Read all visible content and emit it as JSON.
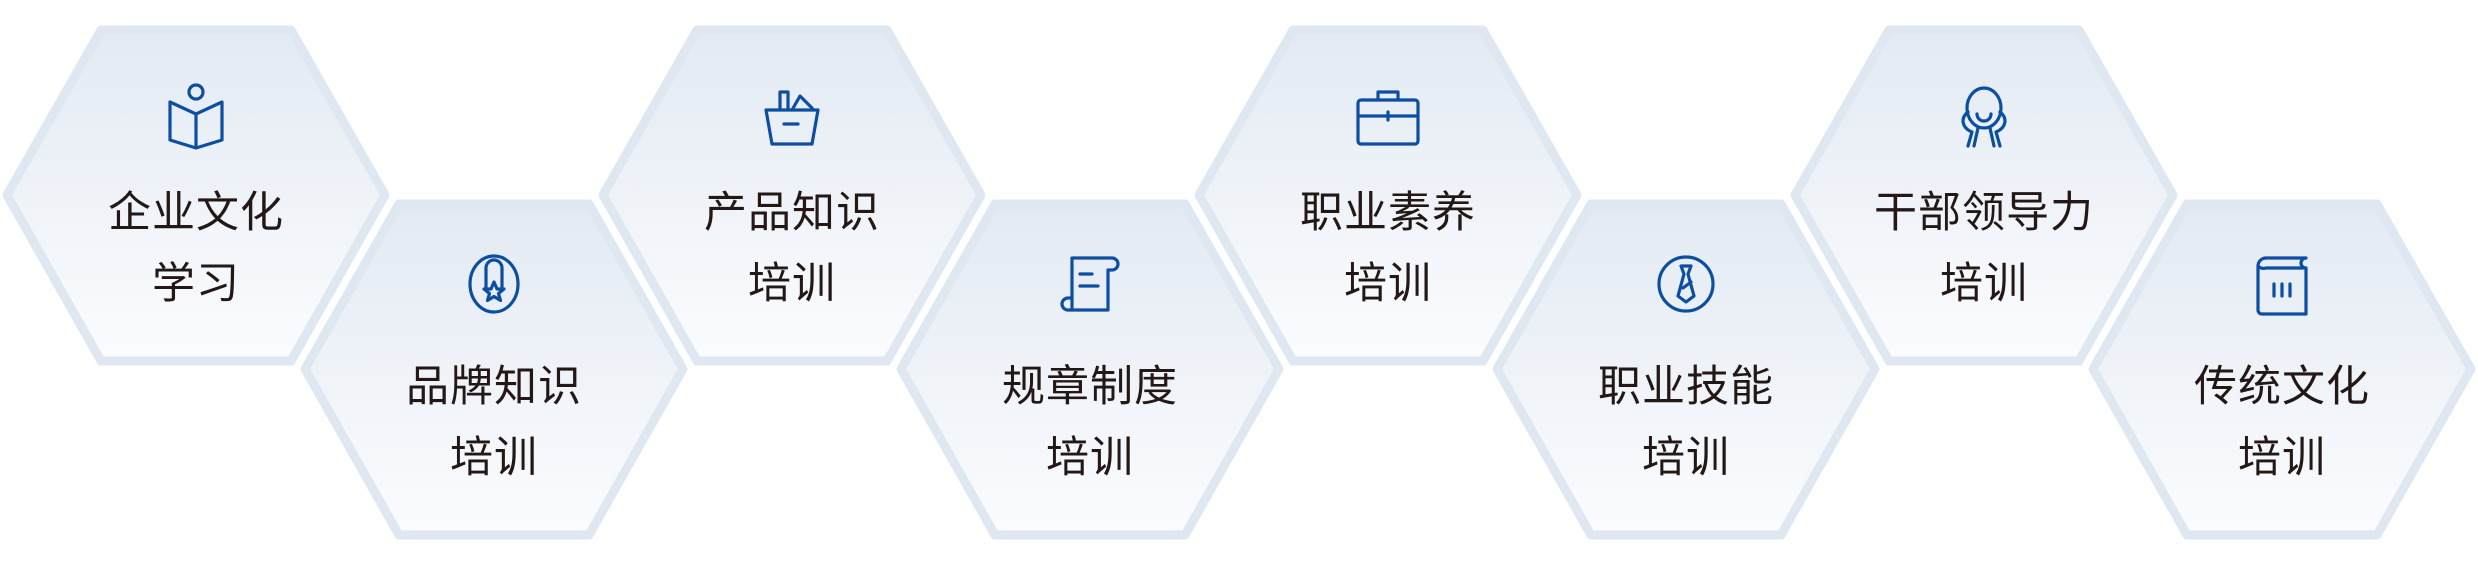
{
  "colors": {
    "icon": "#0c4fa2",
    "text": "#231815",
    "hex_border": "#dfe7f1",
    "hex_top": "#e3eaf3",
    "hex_bottom": "#fbfcfe"
  },
  "items": [
    {
      "line1": "企业文化",
      "line2": "学习",
      "icon": "reading-person-icon"
    },
    {
      "line1": "品牌知识",
      "line2": "培训",
      "icon": "medal-icon"
    },
    {
      "line1": "产品知识",
      "line2": "培训",
      "icon": "basket-icon"
    },
    {
      "line1": "规章制度",
      "line2": "培训",
      "icon": "scroll-document-icon"
    },
    {
      "line1": "职业素养",
      "line2": "培训",
      "icon": "briefcase-icon"
    },
    {
      "line1": "职业技能",
      "line2": "培训",
      "icon": "tie-icon"
    },
    {
      "line1": "干部领导力",
      "line2": "培训",
      "icon": "thinking-person-icon"
    },
    {
      "line1": "传统文化",
      "line2": "培训",
      "icon": "book-icon"
    }
  ]
}
